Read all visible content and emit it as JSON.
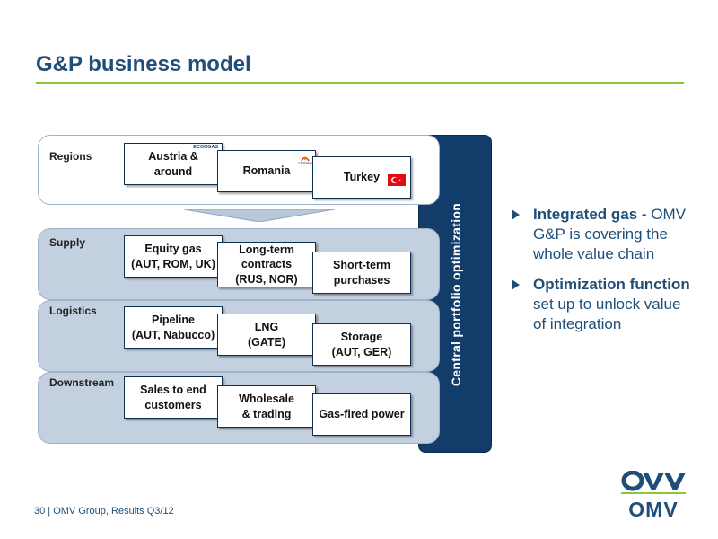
{
  "title": "G&P business model",
  "bands": {
    "regions": "Regions",
    "supply": "Supply",
    "logistics": "Logistics",
    "downstream": "Downstream"
  },
  "central_label": "Central portfolio optimization",
  "regions": {
    "austria": "Austria &\naround",
    "austria_logo": "ECONGAS",
    "romania": "Romania",
    "romania_logo": "PETROM",
    "turkey": "Turkey"
  },
  "supply": {
    "equity": "Equity gas\n(AUT, ROM, UK)",
    "longterm": "Long-term\ncontracts\n(RUS, NOR)",
    "shortterm": "Short-term\npurchases"
  },
  "logistics": {
    "pipeline": "Pipeline\n(AUT, Nabucco)",
    "lng": "LNG\n(GATE)",
    "storage": "Storage\n(AUT, GER)"
  },
  "downstream": {
    "sales": "Sales to end\ncustomers",
    "wholesale": "Wholesale\n& trading",
    "gasfired": "Gas-fired power"
  },
  "bullets": [
    {
      "bold": "Integrated gas -",
      "text": " OMV G&P is covering the whole value chain"
    },
    {
      "bold": "Optimization function",
      "text": " set up to unlock value of integration"
    }
  ],
  "footer": "30 | OMV Group, Results Q3/12",
  "logo_text": "OMV",
  "colors": {
    "navy": "#123c69",
    "title_blue": "#1f4e79",
    "green_rule": "#8cc63f",
    "band_fill": "#c2d0df"
  }
}
